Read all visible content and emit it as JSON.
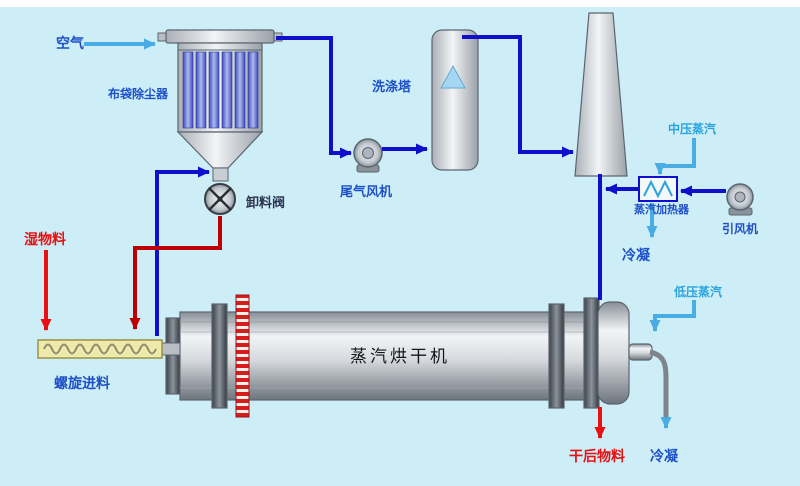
{
  "colors": {
    "background": "#cdeef6",
    "pipe_dark_blue": "#1010cc",
    "pipe_light_blue": "#49ace2",
    "arrow_red": "#e81010",
    "recycle_red": "#c00000",
    "label_blue": "#1e50c8",
    "label_light_blue": "#2ba3de",
    "label_red": "#e81010"
  },
  "diagram": {
    "intake": {
      "air": "空气"
    },
    "dust_collection": {
      "bag_filter": "布袋除尘器",
      "discharge_valve": "卸料阀"
    },
    "feed": {
      "wet_material": "湿物料",
      "screw_feeder": "螺旋进料"
    },
    "gas_cleaning": {
      "tail_gas_fan": "尾气风机",
      "scrubber": "洗涤塔"
    },
    "dryer": {
      "name": "蒸汽烘干机",
      "dried_material": "干后物料",
      "condensate": "冷凝"
    },
    "steam_system": {
      "mp_steam": "中压蒸汽",
      "steam_heater": "蒸汽加热器",
      "induced_fan": "引风机",
      "condensate": "冷凝",
      "lp_steam": "低压蒸汽"
    }
  }
}
